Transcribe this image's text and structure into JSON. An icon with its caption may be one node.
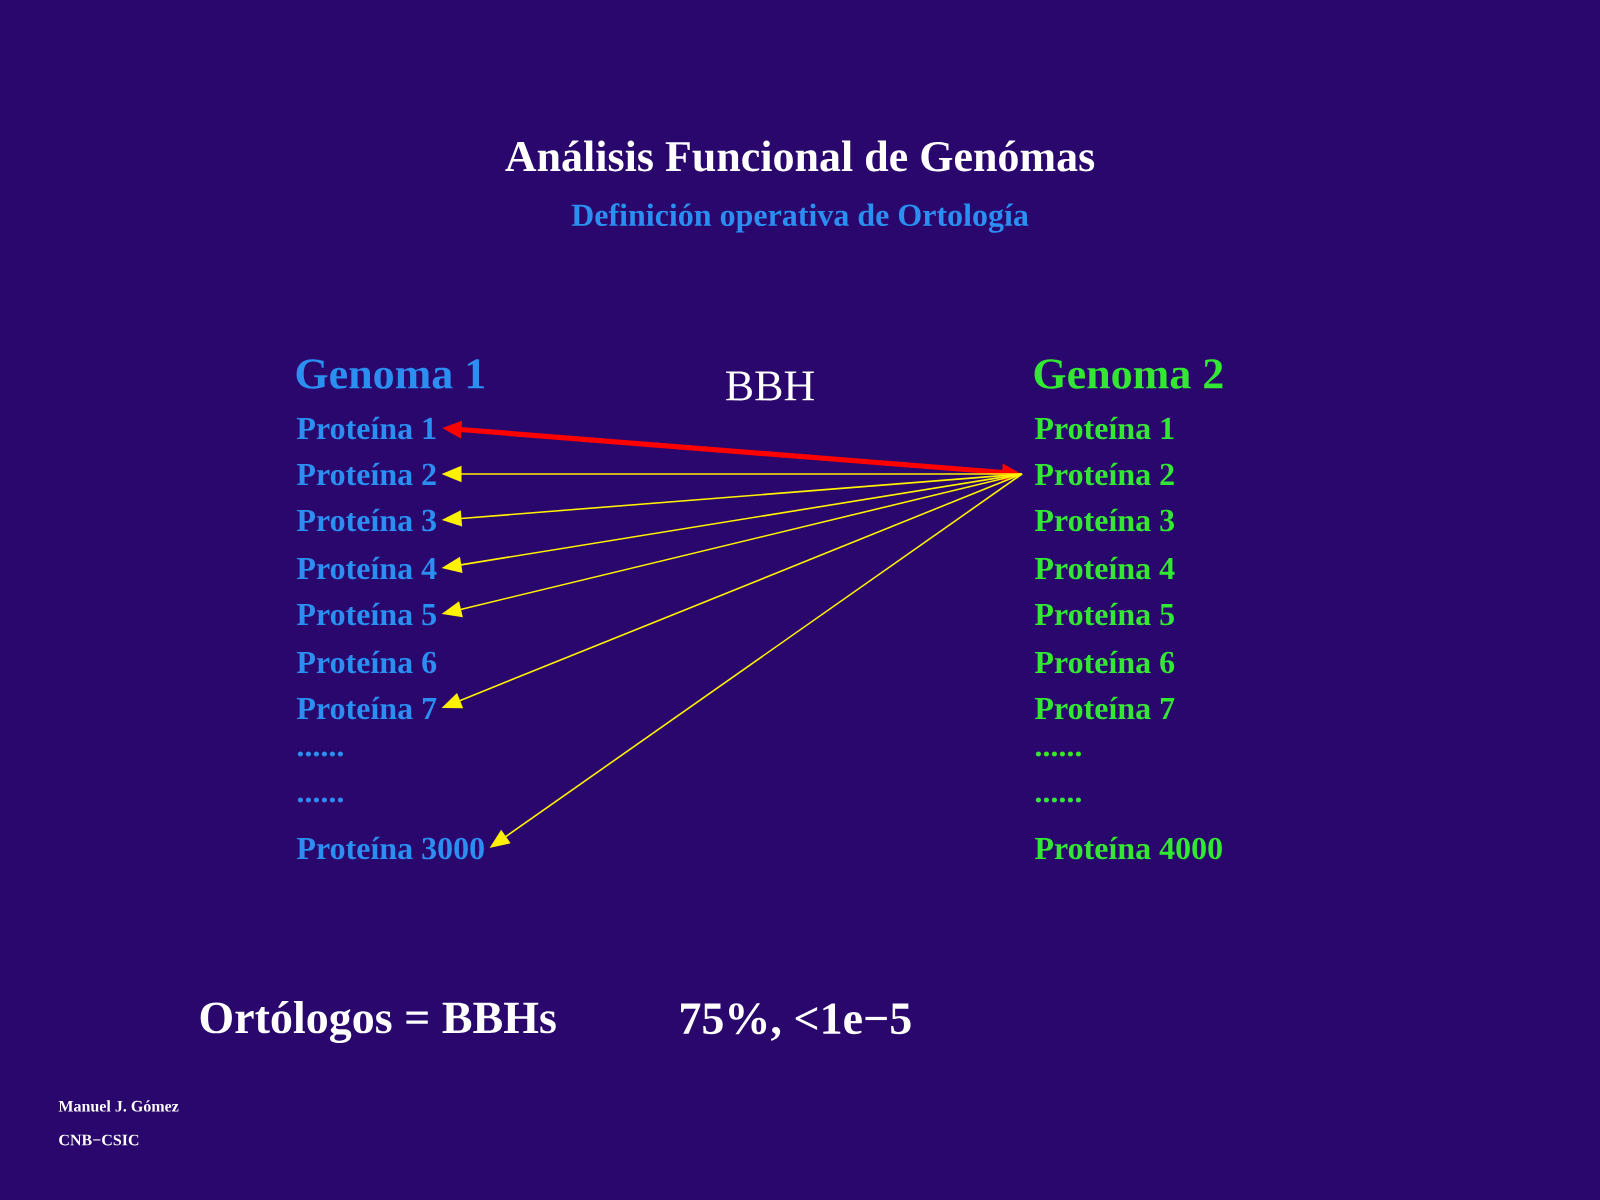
{
  "diagram": {
    "title": "Análisis Funcional de Genómas",
    "nodes": [
      {
        "text": [
          "Proteína 1"
        ]
      },
      {
        "text": [
          "Proteína 2"
        ]
      },
      {
        "text": [
          "Proteína 3"
        ]
      },
      {
        "text": [
          "Proteína 4"
        ]
      },
      {
        "text": [
          "Proteína 5"
        ]
      },
      {
        "text": [
          "Proteína 6"
        ]
      },
      {
        "text": [
          "Proteína 7"
        ]
      },
      {
        "text": [
          "......"
        ]
      },
      {
        "text": [
          "......"
        ]
      },
      {
        "text": [
          "Proteína 3000"
        ]
      },
      {
        "text": [
          "Proteína 1"
        ]
      },
      {
        "text": [
          "Proteína 2"
        ]
      },
      {
        "text": [
          "Proteína 3"
        ]
      },
      {
        "text": [
          "Proteína 4"
        ]
      },
      {
        "text": [
          "Proteína 5"
        ]
      },
      {
        "text": [
          "Proteína 6"
        ]
      },
      {
        "text": [
          "Proteína 7"
        ]
      },
      {
        "text": [
          "......"
        ]
      },
      {
        "text": [
          "......"
        ]
      },
      {
        "text": [
          "Proteína 4000"
        ]
      }
    ],
    "edges": [
      {
        "from": 11,
        "to": 0,
        "arrow": "both",
        "style": "thick",
        "color": "#ff0000"
      },
      {
        "from": 11,
        "to": 1,
        "arrow": "to"
      },
      {
        "from": 11,
        "to": 2,
        "arrow": "to"
      },
      {
        "from": 11,
        "to": 3,
        "arrow": "to"
      },
      {
        "from": 11,
        "to": 4,
        "arrow": "to"
      },
      {
        "from": 11,
        "to": 6,
        "arrow": "to"
      },
      {
        "from": 11,
        "to": 9,
        "arrow": "to"
      }
    ],
    "labels": [
      "Definición operativa de Ortología",
      "Genoma 1",
      "BBH",
      "Genoma 2",
      "Ortólogos = BBHs",
      "75%, <1e−5",
      "Manuel J. Gómez",
      "CNB−CSIC"
    ]
  }
}
